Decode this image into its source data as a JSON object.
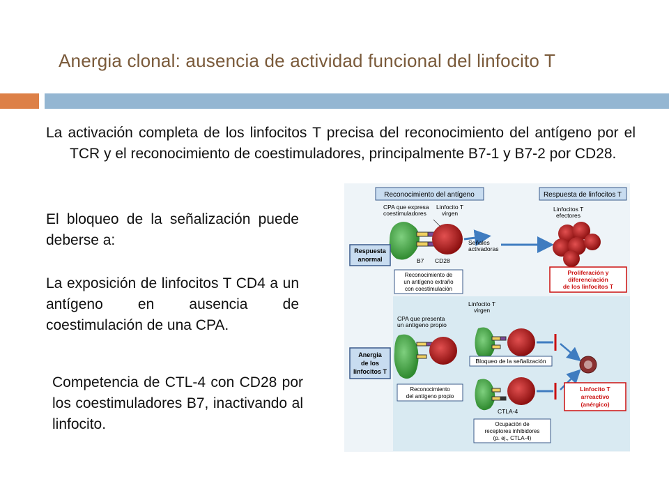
{
  "slide": {
    "title": "Anergia clonal: ausencia de actividad funcional del linfocito T",
    "paragraphs": [
      "La activación completa de los linfocitos T precisa del reconocimiento del antígeno por el TCR y el reconocimiento de coestimuladores, principalmente B7-1 y B7-2 por CD28.",
      "El bloqueo de la señalización puede deberse a:",
      "La exposición de linfocitos T CD4 a un antígeno en ausencia de coestimulación de una CPA.",
      "Competencia de CTL-4 con CD28 por los coestimuladores B7, inactivando al linfocito."
    ]
  },
  "figure": {
    "labels": {
      "recon_antigeno": "Reconocimiento del antígeno",
      "respuesta_linfocitos": "Respuesta de linfocitos T",
      "cpa_coest_1": "CPA que expresa",
      "cpa_coest_2": "coestimuladores",
      "linfocito_virgen_1": "Linfocito T",
      "linfocito_virgen_2": "virgen",
      "linfocitos_efectores_1": "Linfocitos T",
      "linfocitos_efectores_2": "efectores",
      "senales_1": "Señales",
      "senales_2": "activadoras",
      "b7": "B7",
      "cd28": "CD28",
      "respuesta_anormal_1": "Respuesta",
      "respuesta_anormal_2": "anormal",
      "recon_extrano_1": "Reconocimiento de",
      "recon_extrano_2": "un antígeno extraño",
      "recon_extrano_3": "con coestimulación",
      "prolif_1": "Proliferación y",
      "prolif_2": "diferenciación",
      "prolif_3": "de los linfocitos T",
      "linfocito_virgen_b_1": "Linfocito T",
      "linfocito_virgen_b_2": "virgen",
      "cpa_propio_1": "CPA que presenta",
      "cpa_propio_2": "un antígeno propio",
      "anergia_1": "Anergia",
      "anergia_2": "de los",
      "anergia_3": "linfocitos T",
      "bloqueo": "Bloqueo de la señalización",
      "recon_propio_1": "Reconocimiento",
      "recon_propio_2": "del antígeno propio",
      "ctla4": "CTLA-4",
      "arreactivo_1": "Linfocito T",
      "arreactivo_2": "arreactivo",
      "arreactivo_3": "(anérgico)",
      "ocupacion_1": "Ocupación de",
      "ocupacion_2": "receptores inhibidores",
      "ocupacion_3": "(p. ej., CTLA-4)"
    },
    "colors": {
      "apc_green": "#4aa84a",
      "tcell_red": "#b02020",
      "box_blue": "#c8dcf0",
      "panel_bg": "#d9eaf2",
      "arrow_blue": "#3f7cc0",
      "red_text": "#cc1111"
    }
  }
}
